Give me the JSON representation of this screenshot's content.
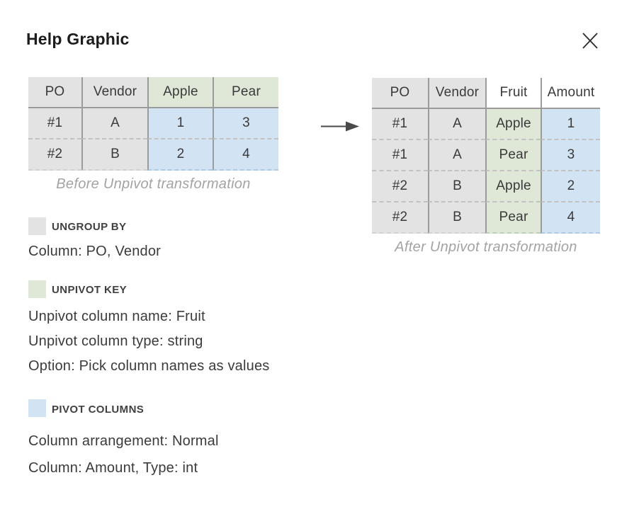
{
  "palette": {
    "ungroup_gray": "#e3e3e3",
    "unpivot_green": "#dfe8d7",
    "pivot_blue": "#d2e3f4",
    "solid_border": "#9b9b9b",
    "dashed_border": "#c2c2c2",
    "caption_gray": "#a3a3a3"
  },
  "dialog": {
    "title": "Help Graphic"
  },
  "before_table": {
    "headers": [
      "PO",
      "Vendor",
      "Apple",
      "Pear"
    ],
    "rows": [
      [
        "#1",
        "A",
        "1",
        "3"
      ],
      [
        "#2",
        "B",
        "2",
        "4"
      ]
    ],
    "caption": "Before Unpivot transformation"
  },
  "after_table": {
    "headers": [
      "PO",
      "Vendor",
      "Fruit",
      "Amount"
    ],
    "rows": [
      [
        "#1",
        "A",
        "Apple",
        "1"
      ],
      [
        "#1",
        "A",
        "Pear",
        "3"
      ],
      [
        "#2",
        "B",
        "Apple",
        "2"
      ],
      [
        "#2",
        "B",
        "Pear",
        "4"
      ]
    ],
    "caption": "After Unpivot transformation"
  },
  "legend": {
    "ungroup": {
      "title": "UNGROUP BY",
      "lines": [
        "Column: PO, Vendor"
      ]
    },
    "unpivot": {
      "title": "UNPIVOT KEY",
      "lines": [
        "Unpivot column name: Fruit",
        "Unpivot column type: string",
        "Option: Pick column names as values"
      ]
    },
    "pivot": {
      "title": "PIVOT COLUMNS",
      "lines": [
        "Column arrangement: Normal",
        "Column: Amount, Type: int"
      ]
    }
  }
}
